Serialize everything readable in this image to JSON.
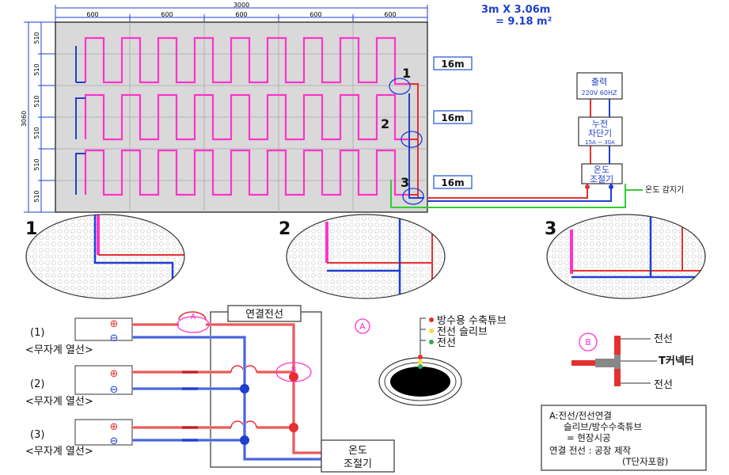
{
  "header": {
    "area_line1": "3m X 3.06m",
    "area_line2": "= 9.18 m²"
  },
  "dimensions": {
    "total_width": "3000",
    "segment": "600",
    "total_height": "3060",
    "row": "510"
  },
  "loops": [
    {
      "marker": "1",
      "length": "16m"
    },
    {
      "marker": "2",
      "length": "16m"
    },
    {
      "marker": "3",
      "length": "16m"
    }
  ],
  "control_chain": {
    "output_title": "출력",
    "output_spec": "220V 60HZ",
    "breaker_title_1": "누전",
    "breaker_title_2": "차단기",
    "breaker_spec": "15A ~ 30A",
    "thermo_title_1": "온도",
    "thermo_title_2": "조절기",
    "sensor_label": "온도 감지기"
  },
  "details": [
    {
      "label": "1"
    },
    {
      "label": "2"
    },
    {
      "label": "3"
    }
  ],
  "wiring": {
    "heaters": [
      {
        "index": "(1)",
        "name": "<무자계 열선>"
      },
      {
        "index": "(2)",
        "name": "<무자계 열선>"
      },
      {
        "index": "(3)",
        "name": "<무자계 열선>"
      }
    ],
    "plus_symbol": "⊕",
    "minus_symbol": "⊖",
    "connection_box_title": "연결전선",
    "thermostat_line1": "온도",
    "thermostat_line2": "조절기",
    "marker_a": "A",
    "marker_b": "B"
  },
  "cross_section": {
    "marker": "A",
    "items": [
      "방수용 수축튜브",
      "전선 슬리브",
      "전선"
    ]
  },
  "t_connector": {
    "marker": "B",
    "top": "전선",
    "middle": "T커넥터",
    "bottom": "전선"
  },
  "notes": {
    "line1": "A:전선/전선연결",
    "line2": "슬리브/방수수축튜브",
    "line3": "= 현장시공",
    "line4": "연결 전선 : 공장 제작",
    "line5": "(T단자포함)"
  },
  "colors": {
    "heating_cable": "#ff33cc",
    "live_wire": "#e53030",
    "neutral_wire": "#1f3fd0",
    "sensor_wire": "#33cc33",
    "label_box_border": "#1a4fd0",
    "floor_fill": "#d9d9d9"
  }
}
